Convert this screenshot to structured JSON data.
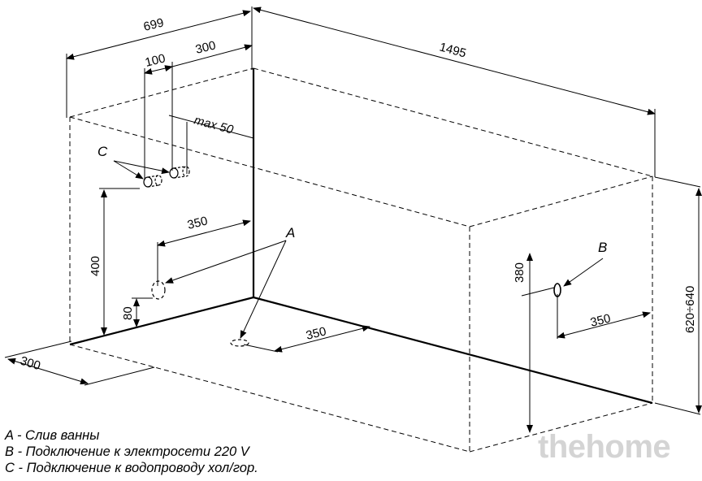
{
  "dimensions": {
    "length": "1495",
    "width": "699",
    "offset_100": "100",
    "offset_300_top": "300",
    "max_50": "max 50",
    "height_400": "400",
    "height_80": "80",
    "drain_350_left": "350",
    "drain_350_bottom": "350",
    "depth_300": "300",
    "electric_380": "380",
    "electric_350": "350",
    "overall_height": "620÷640"
  },
  "markers": {
    "a": "A",
    "b": "B",
    "c": "C"
  },
  "legend": {
    "a": "A - Слив ванны",
    "b": "B - Подключение к электросети 220 V",
    "c": "C - Подключение к водопроводу хол/гор."
  },
  "watermark": "thehome"
}
